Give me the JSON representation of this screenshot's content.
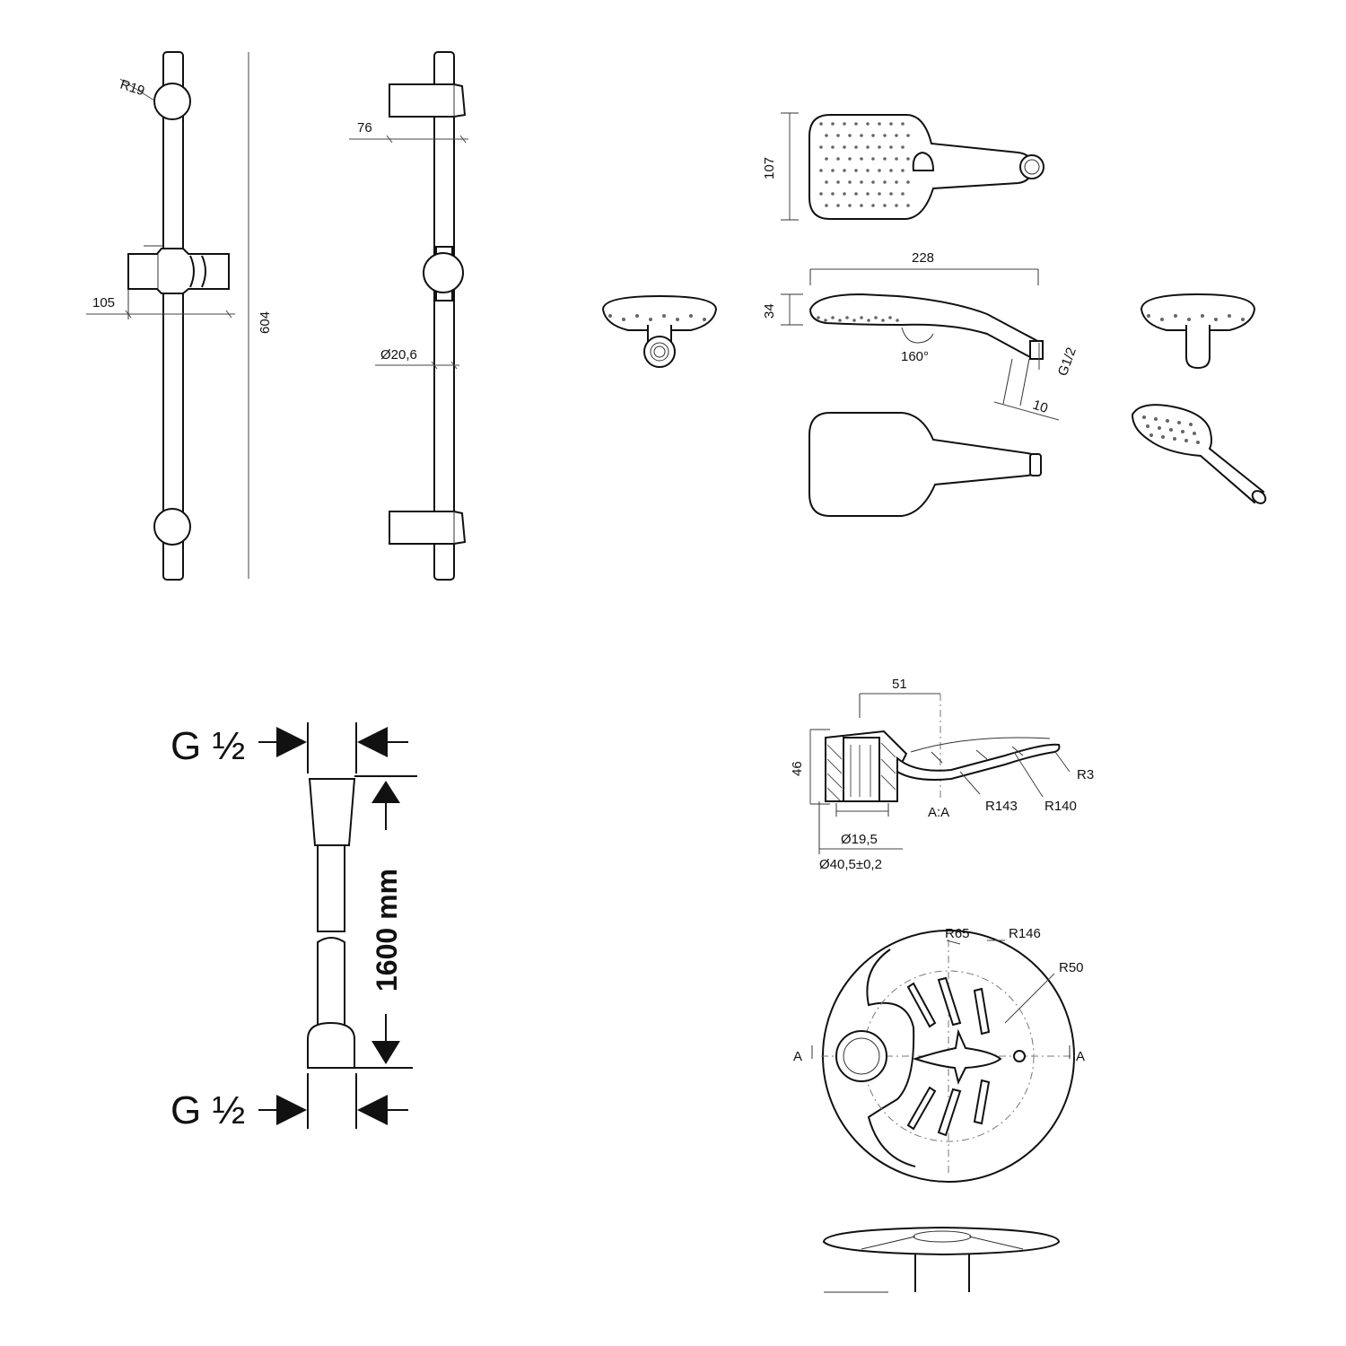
{
  "rail": {
    "radius": "R19",
    "slider_offset": "105",
    "length": "604",
    "holder_offset": "76",
    "diameter": "Ø20,6"
  },
  "handshower": {
    "width": "107",
    "length": "228",
    "depth": "34",
    "angle": "160°",
    "thread": "G1/2",
    "thread_length": "10"
  },
  "hose": {
    "top_connector": "G ½",
    "bottom_connector": "G ½",
    "length": "1600 mm"
  },
  "soap_dish": {
    "width": "51",
    "height": "46",
    "section": "A:A",
    "radius_r3": "R3",
    "radius_r143": "R143",
    "radius_r140": "R140",
    "bore_inner": "Ø19,5",
    "bore_outer": "Ø40,5±0,2",
    "radius_r65": "R65",
    "radius_r146": "R146",
    "radius_r50": "R50",
    "section_mark_left": "A",
    "section_mark_right": "A"
  }
}
